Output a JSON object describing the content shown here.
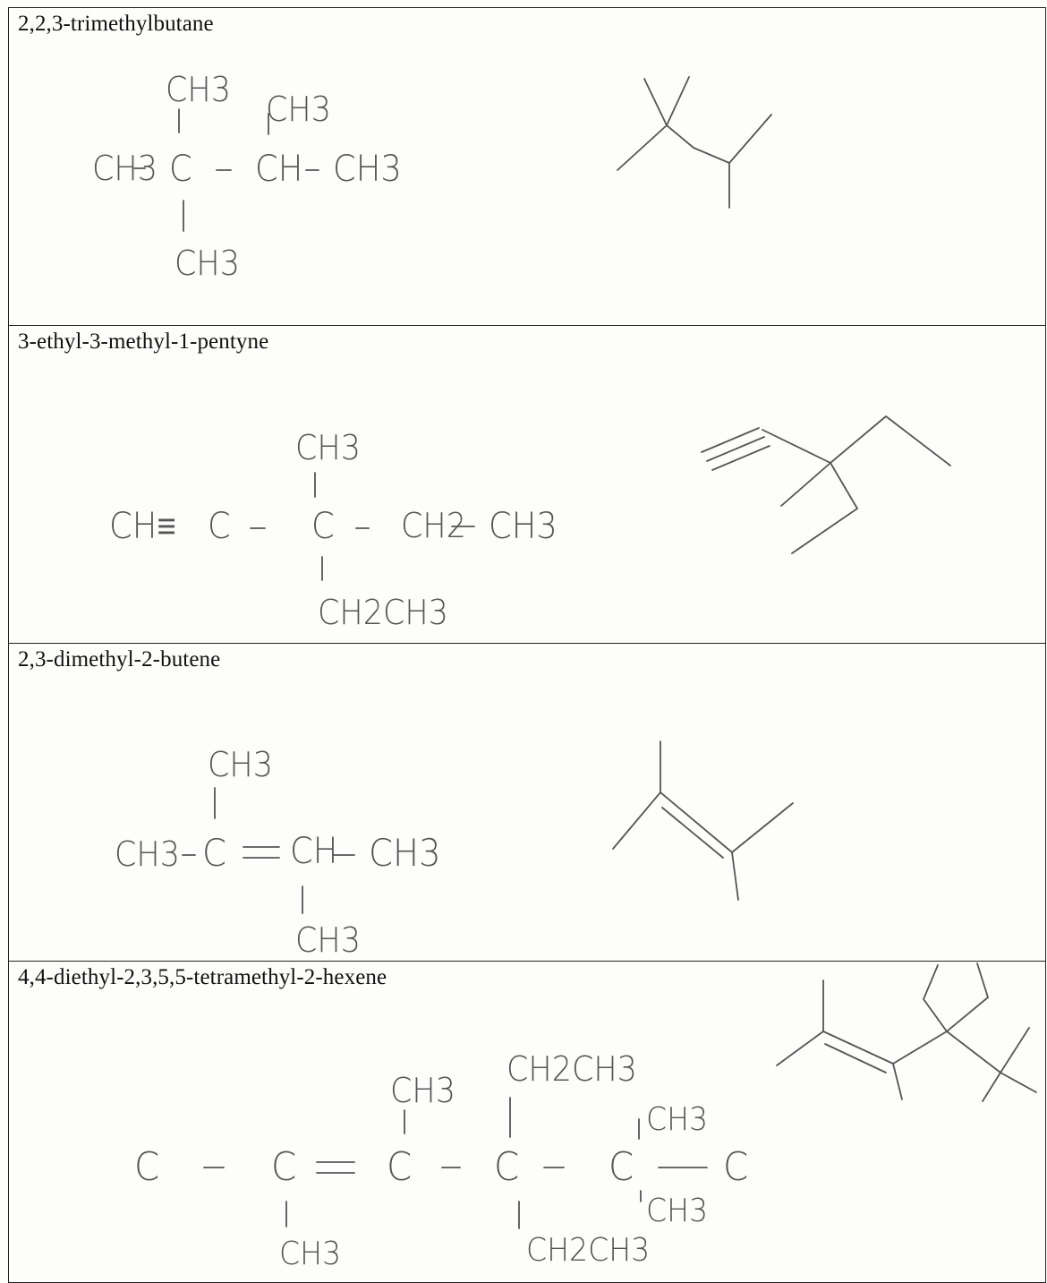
{
  "rows": [
    {
      "name": "2,2,3-trimethylbutane",
      "condensed": {
        "top1": "CH3",
        "top2": "CH3",
        "main_a": "CH3",
        "main_b": "C",
        "main_c": "CH",
        "main_d": "CH3",
        "bottom1": "CH3"
      }
    },
    {
      "name": "3-ethyl-3-methyl-1-pentyne",
      "condensed": {
        "top1": "CH3",
        "main_a": "CH≡",
        "main_b": "C",
        "main_c": "C",
        "main_d": "CH2",
        "main_e": "CH3",
        "bottom1": "CH2CH3"
      }
    },
    {
      "name": "2,3-dimethyl-2-butene",
      "condensed": {
        "top1": "CH3",
        "main_a": "CH3",
        "main_b": "C",
        "main_c": "CH",
        "main_d": "CH3",
        "bottom1": "CH3"
      }
    },
    {
      "name": "4,4-diethyl-2,3,5,5-tetramethyl-2-hexene",
      "condensed": {
        "top1": "CH3",
        "top2": "CH2CH3",
        "top3": "CH3",
        "main_a": "C",
        "main_b": "C",
        "main_c": "C",
        "main_d": "C",
        "main_e": "C",
        "main_f": "C",
        "bottom1": "CH3",
        "bottom2": "CH2CH3",
        "bottom3": "CH3"
      }
    }
  ]
}
